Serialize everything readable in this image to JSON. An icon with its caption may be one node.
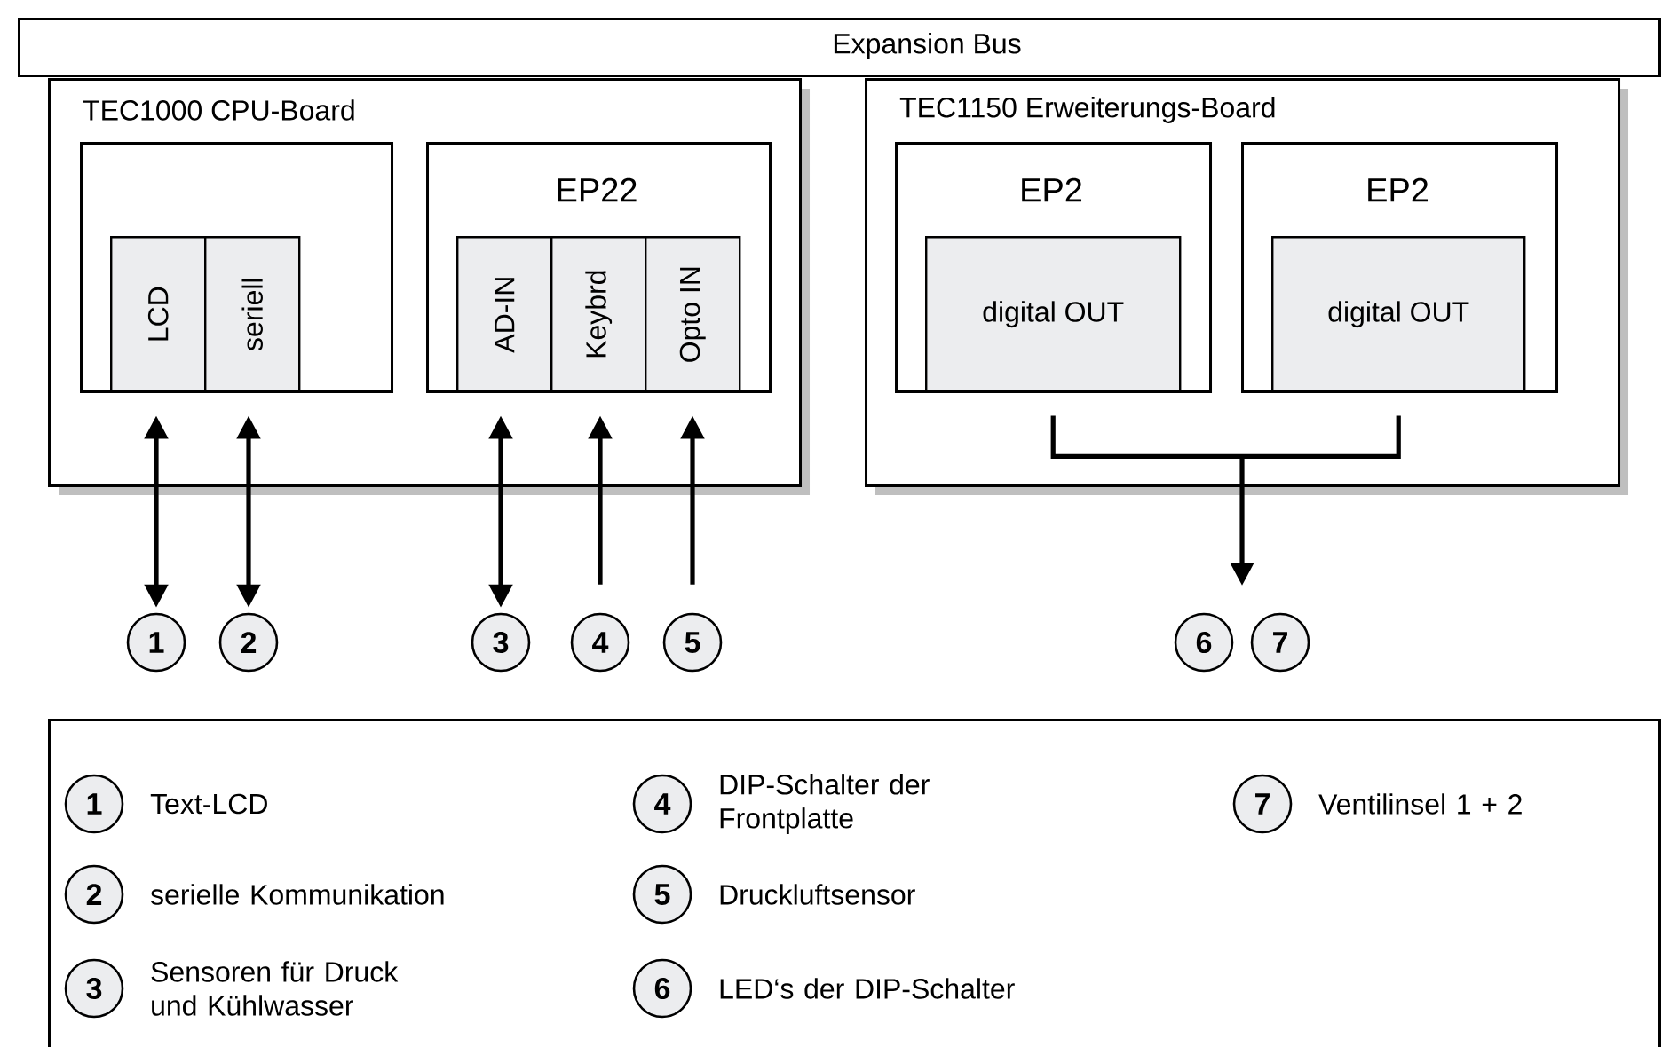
{
  "diagram": {
    "nodes": [
      {
        "text": [
          "Expansion Bus"
        ]
      },
      {
        "text": [
          "TEC1000 CPU-Board"
        ]
      },
      {
        "text": [],
        "shape": "box",
        "in": 1
      },
      {
        "text": [
          "LCD"
        ],
        "in": 2
      },
      {
        "text": [
          "seriell"
        ],
        "in": 2
      },
      {
        "text": [
          "EP22"
        ],
        "in": 1
      },
      {
        "text": [
          "AD-IN"
        ],
        "in": 5
      },
      {
        "text": [
          "Keybrd"
        ],
        "in": 5
      },
      {
        "text": [
          "Opto IN"
        ],
        "in": 5
      },
      {
        "text": [
          "TEC1150 Erweiterungs-Board"
        ]
      },
      {
        "text": [
          "EP2"
        ],
        "in": 9
      },
      {
        "text": [
          "digital OUT"
        ],
        "in": 10
      },
      {
        "text": [
          "EP2"
        ],
        "in": 9
      },
      {
        "text": [
          "digital OUT"
        ],
        "in": 12
      },
      {
        "text": [
          "1"
        ]
      },
      {
        "text": [
          "2"
        ]
      },
      {
        "text": [
          "3"
        ]
      },
      {
        "text": [
          "4"
        ]
      },
      {
        "text": [
          "5"
        ]
      },
      {
        "text": [
          "6"
        ]
      },
      {
        "text": [
          "7"
        ]
      },
      {
        "text": [],
        "shape": "box"
      },
      {
        "text": [
          "1"
        ],
        "beside": [
          "Text-LCD"
        ],
        "in": 21
      },
      {
        "text": [
          "2"
        ],
        "beside": [
          "serielle Kommunikation"
        ],
        "in": 21
      },
      {
        "text": [
          "3"
        ],
        "beside": [
          "Sensoren für Druck und Kühlwasser"
        ],
        "in": 21
      },
      {
        "text": [
          "4"
        ],
        "beside": [
          "DIP-Schalter der Frontplatte"
        ],
        "in": 21
      },
      {
        "text": [
          "5"
        ],
        "beside": [
          "Druckluftsensor"
        ],
        "in": 21
      },
      {
        "text": [
          "6"
        ],
        "beside": [
          "LED‘s der DIP-Schalter"
        ],
        "in": 21
      },
      {
        "text": [
          "7"
        ],
        "beside": [
          "Ventilinsel 1 + 2"
        ],
        "in": 21
      }
    ],
    "edges": [
      {
        "from": 3,
        "to": 14,
        "arrow": "both"
      },
      {
        "from": 4,
        "to": 15,
        "arrow": "both"
      },
      {
        "from": 6,
        "to": 16,
        "arrow": "both"
      },
      {
        "from": 17,
        "to": 7,
        "arrow": "to"
      },
      {
        "from": 18,
        "to": 8,
        "arrow": "to"
      },
      {
        "from": 11,
        "to": 19,
        "arrow": "to"
      },
      {
        "from": 11,
        "to": 20,
        "arrow": "to"
      },
      {
        "from": 13,
        "to": 19,
        "arrow": "to"
      },
      {
        "from": 13,
        "to": 20,
        "arrow": "to"
      }
    ]
  }
}
